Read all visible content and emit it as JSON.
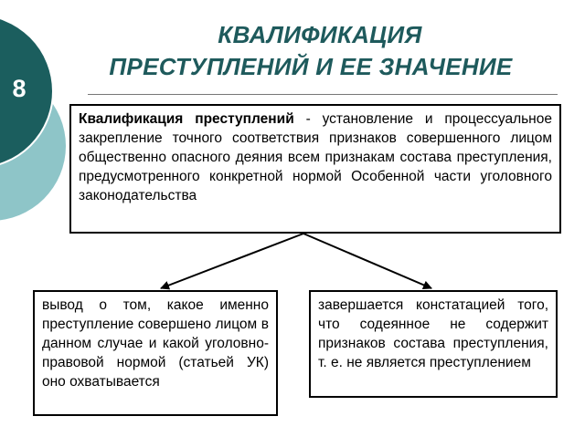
{
  "slide": {
    "number": "8",
    "title_line1": "КВАЛИФИКАЦИЯ",
    "title_line2": "ПРЕСТУПЛЕНИЙ И ЕЕ ЗНАЧЕНИЕ"
  },
  "definition": {
    "term": "Квалификация преступлений",
    "text": " - установление и процессуальное закрепление точного соответствия признаков совершенного лицом общественно опасного деяния всем признакам состава преступления, предусмотренного конкретной нормой Особенной части уголовного законодательства"
  },
  "left_box": {
    "text": "вывод о том, какое именно преступление совершено лицом в данном случае и какой уголовно-правовой нормой (статьей УК) оно охватывается"
  },
  "right_box": {
    "text": "завершается констатацией того, что содеянное не содержит признаков состава преступления, т. е. не является преступлением"
  },
  "colors": {
    "title": "#1e5a5c",
    "dark_teal": "#1b5e5e",
    "light_teal": "#8ec5c8"
  }
}
